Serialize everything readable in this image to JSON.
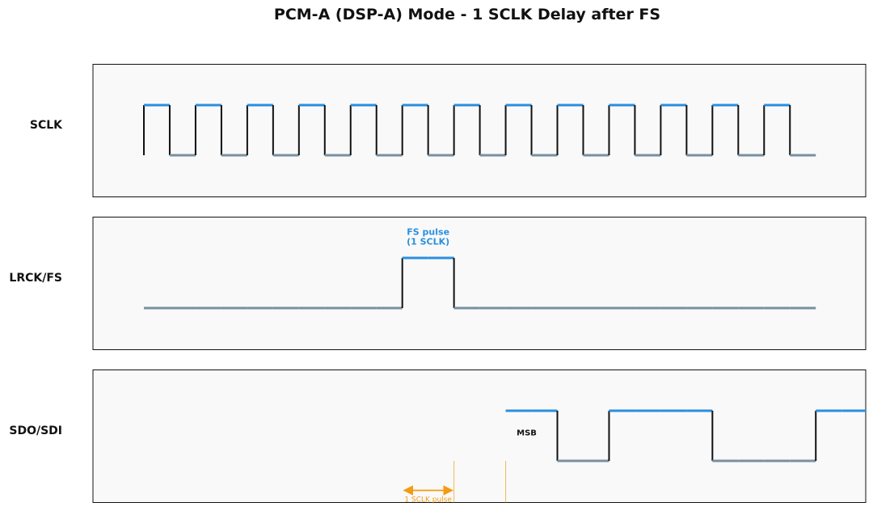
{
  "title": "PCM-A (DSP-A) Mode - 1 SCLK Delay after FS",
  "colors": {
    "high": "#2a8fde",
    "low": "#7890a0",
    "edge": "#111111",
    "panel_bg": "#f9f9f9",
    "annotation": "#f39c12"
  },
  "chart_data": {
    "type": "timing-diagram",
    "time_units": "sclk_half_cycles",
    "t_range": [
      0,
      26
    ],
    "signals": [
      {
        "name": "SCLK",
        "levels": [
          1,
          0,
          1,
          0,
          1,
          0,
          1,
          0,
          1,
          0,
          1,
          0,
          1,
          0,
          1,
          0,
          1,
          0,
          1,
          0,
          1,
          0,
          1,
          0,
          1,
          0
        ]
      },
      {
        "name": "LRCK/FS",
        "levels": [
          0,
          0,
          0,
          0,
          0,
          0,
          0,
          0,
          0,
          0,
          1,
          1,
          0,
          0,
          0,
          0,
          0,
          0,
          0,
          0,
          0,
          0,
          0,
          0,
          0,
          0
        ],
        "annotation": "FS pulse\n(1 SCLK)"
      },
      {
        "name": "SDO/SDI",
        "start": 14,
        "levels": [
          1,
          1,
          0,
          0,
          1,
          1,
          1,
          1,
          0,
          0,
          0,
          0,
          1,
          1
        ],
        "annotation": "MSB"
      }
    ],
    "delay_annotation": {
      "label": "1 SCLK pulse",
      "from": 10,
      "to": 12,
      "marker_at": 14
    }
  }
}
